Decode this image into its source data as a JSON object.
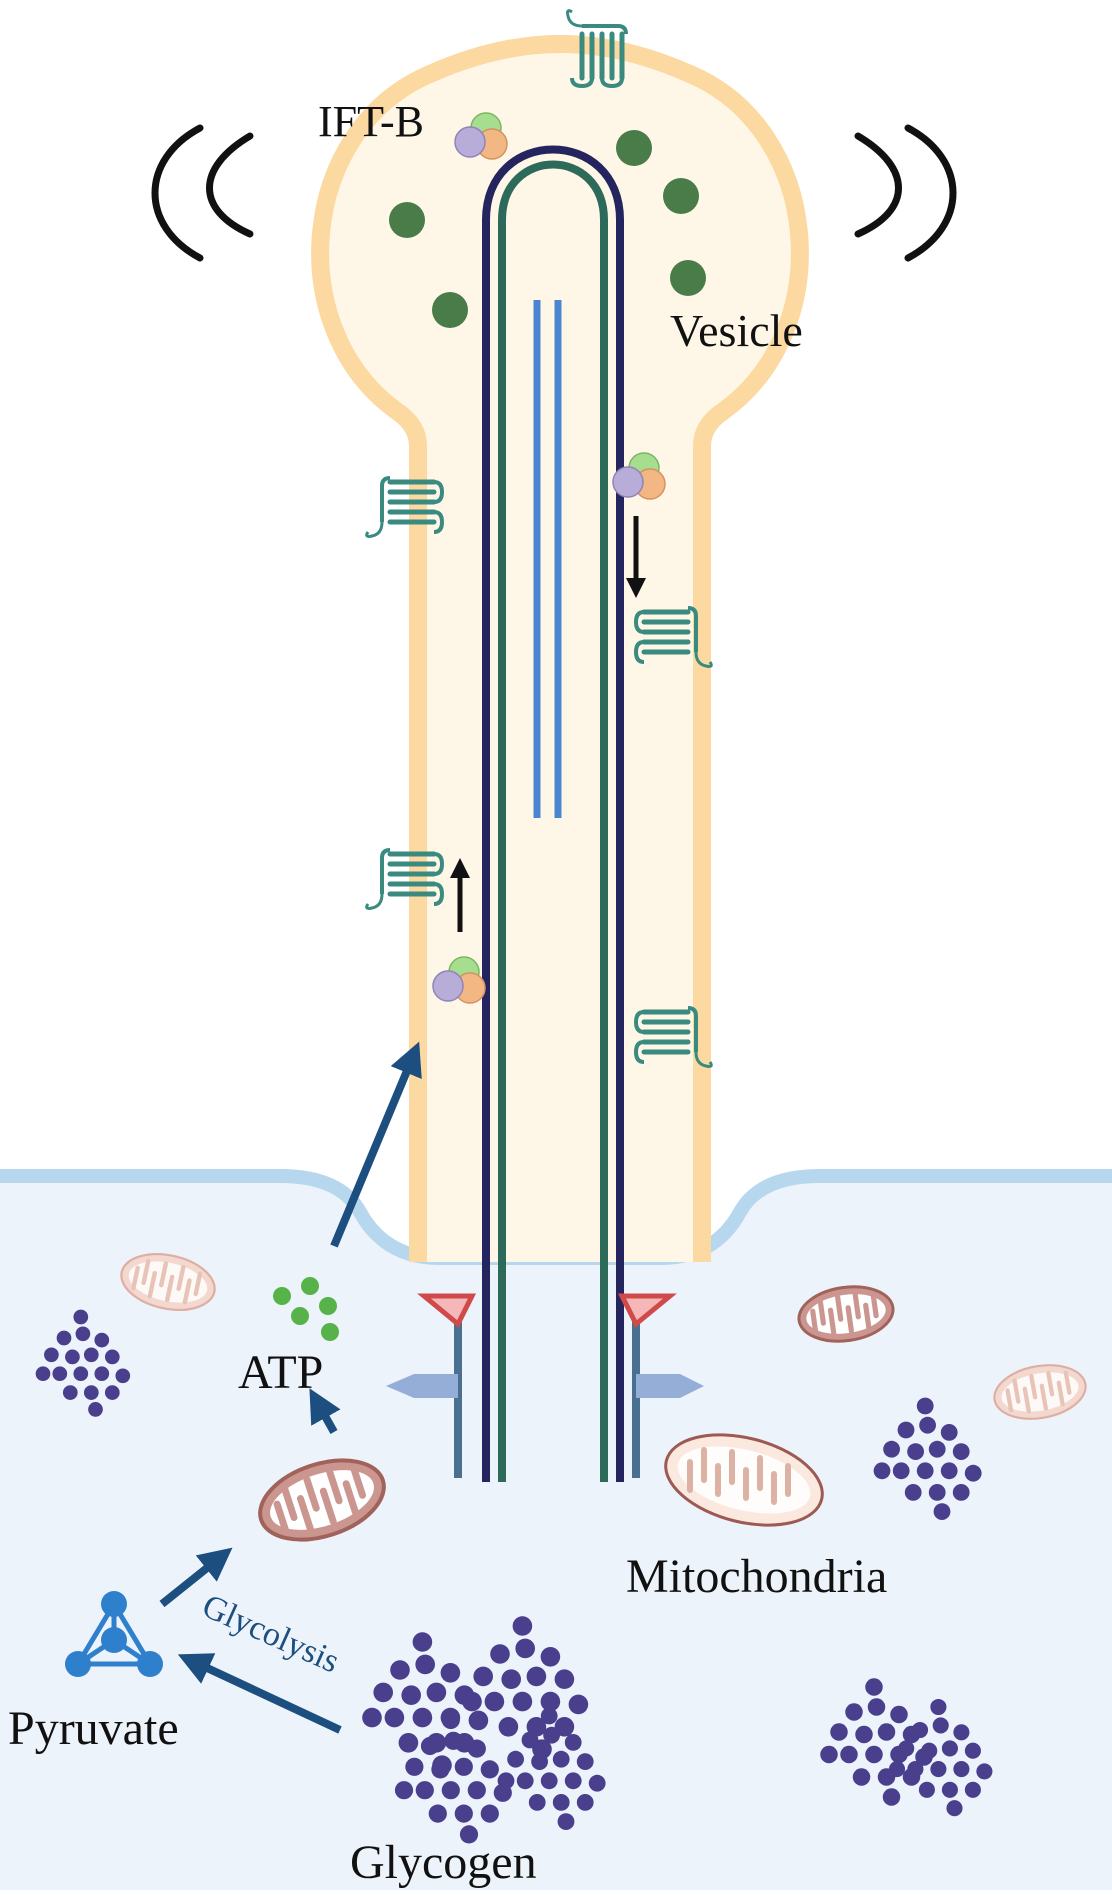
{
  "labels": {
    "ift_b": "IFT-B",
    "vesicle": "Vesicle",
    "atp": "ATP",
    "mitochondria": "Mitochondria",
    "glycolysis": "Glycolysis",
    "pyruvate": "Pyruvate",
    "glycogen": "Glycogen"
  },
  "colors": {
    "cytoplasm": "#edf3fb",
    "membrane_line": "#b7d7ef",
    "cilium_fill": "#fef7e8",
    "cilium_membrane": "#fcd9a0",
    "vesicle_green": "#4a7c49",
    "axoneme_outer": "#24245e",
    "axoneme_inner": "#2e6a5a",
    "central_pair": "#4a86d0",
    "flow_arrow": "#1c4f7f",
    "glycogen": "#4a3f8c",
    "atp": "#58b24a",
    "receptor": "#3a8a80",
    "mito_outline": "#a0625a",
    "mito_fill": "#cc9690"
  },
  "icons": {
    "receptor": "seven-pass-receptor-icon",
    "ift_particle": "ift-particle-icon",
    "mitochondrion": "mitochondrion-icon",
    "pyruvate": "pyruvate-molecule-icon",
    "glycogen": "glycogen-cluster-icon",
    "atp": "atp-dots-icon"
  }
}
